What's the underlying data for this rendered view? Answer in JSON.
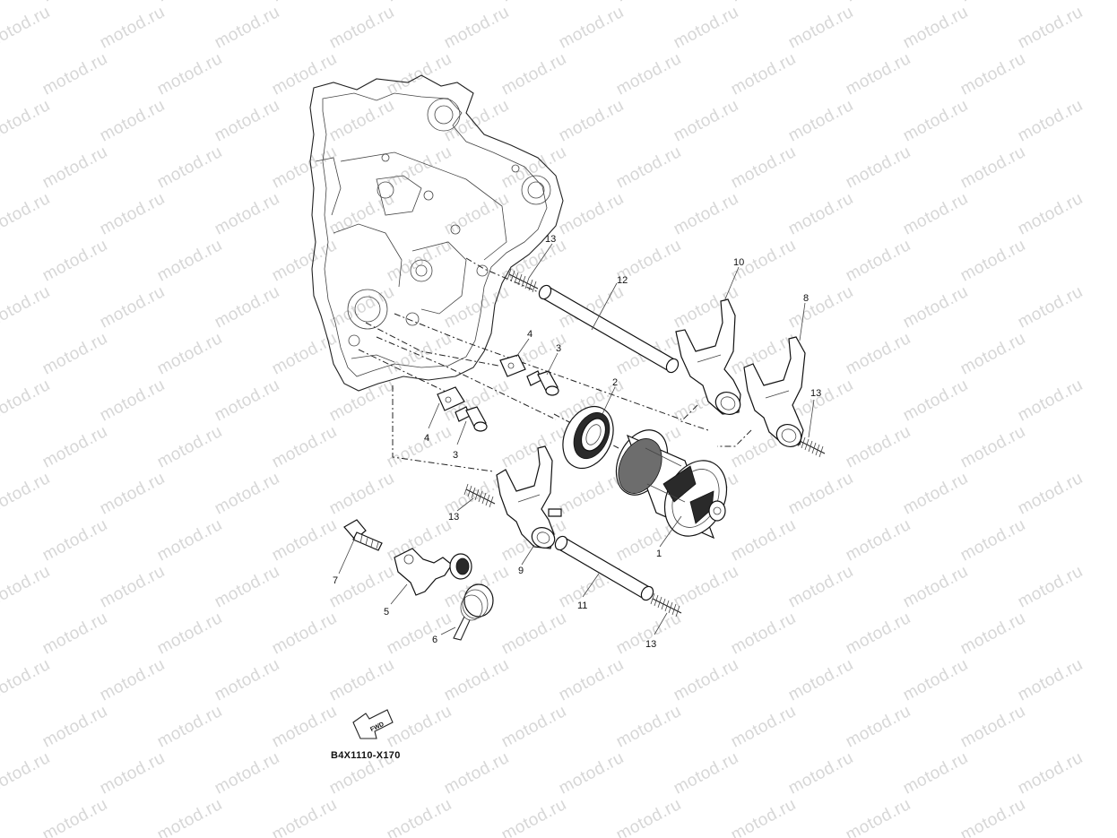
{
  "watermark": {
    "text": "motod.ru"
  },
  "diagram": {
    "code": "B4X1110-X170",
    "fwd_label": "FWD",
    "callouts": {
      "c1": "1",
      "c2": "2",
      "c3a": "3",
      "c3b": "3",
      "c4a": "4",
      "c4b": "4",
      "c5": "5",
      "c6": "6",
      "c7": "7",
      "c8": "8",
      "c9": "9",
      "c10": "10",
      "c11": "11",
      "c12": "12",
      "c13a": "13",
      "c13b": "13",
      "c13c": "13",
      "c13d": "13"
    }
  }
}
